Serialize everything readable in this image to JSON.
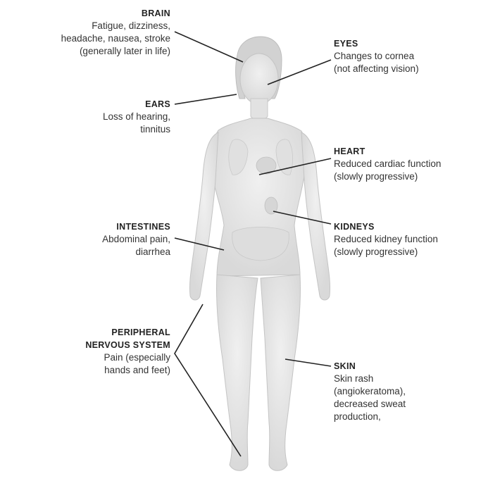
{
  "labels": {
    "brain": {
      "title": "BRAIN",
      "desc": "Fatigue, dizziness,\nheadache, nausea, stroke\n(generally later in life)"
    },
    "eyes": {
      "title": "EYES",
      "desc": "Changes to cornea\n(not affecting vision)"
    },
    "ears": {
      "title": "EARS",
      "desc": "Loss of hearing,\ntinnitus"
    },
    "heart": {
      "title": "HEART",
      "desc": "Reduced cardiac function\n(slowly progressive)"
    },
    "intestines": {
      "title": "INTESTINES",
      "desc": "Abdominal pain,\ndiarrhea"
    },
    "kidneys": {
      "title": "KIDNEYS",
      "desc": "Reduced kidney function\n(slowly progressive)"
    },
    "peripheral": {
      "title": "PERIPHERAL\nNERVOUS SYSTEM",
      "desc": "Pain (especially\nhands and feet)"
    },
    "skin": {
      "title": "SKIN",
      "desc": "Skin rash\n(angiokeratoma),\ndecreased sweat\nproduction,"
    }
  },
  "colors": {
    "text": "#2b2b2b",
    "leader": "#222222",
    "body_fill": "#e6e6e6",
    "body_stroke": "#c4c4c4"
  }
}
